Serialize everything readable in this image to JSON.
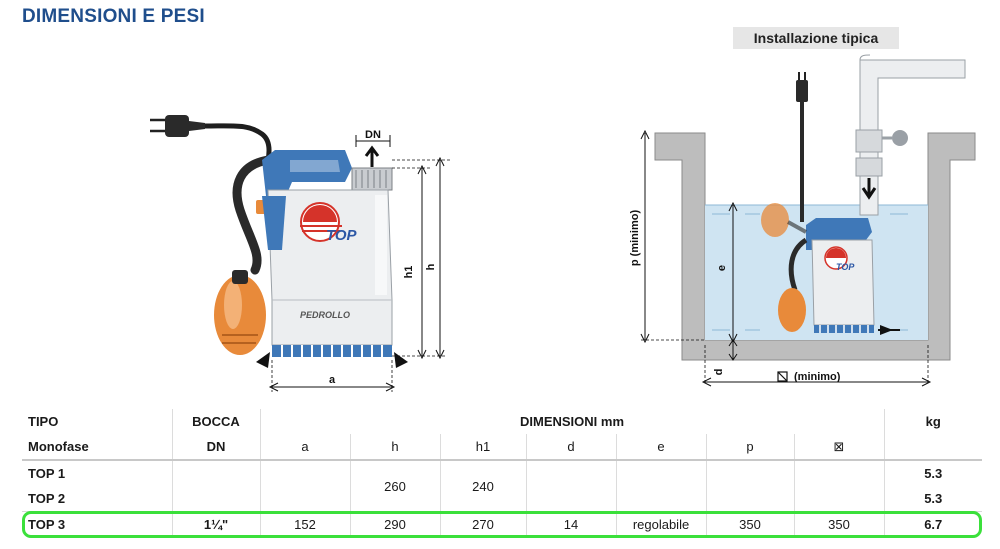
{
  "page": {
    "title": "DIMENSIONI E PESI"
  },
  "installation": {
    "label": "Installazione tipica"
  },
  "drawing": {
    "pump_labels": {
      "dn": "DN",
      "h1": "h1",
      "h": "h",
      "a": "a"
    },
    "install_labels": {
      "p": "p (minimo)",
      "e": "e",
      "d": "d",
      "width": "(minimo)"
    },
    "brand": {
      "top": "TOP",
      "maker": "PEDROLLO"
    }
  },
  "table": {
    "headers": {
      "tipo": "TIPO",
      "bocca": "BOCCA",
      "dimensioni": "DIMENSIONI mm",
      "kg": "kg",
      "monofase": "Monofase",
      "dn": "DN",
      "cols": [
        "a",
        "h",
        "h1",
        "d",
        "e",
        "p",
        "⊠"
      ]
    },
    "rows": [
      {
        "model": "TOP 1",
        "weight": "5.3"
      },
      {
        "model": "TOP 2",
        "weight": "5.3"
      },
      {
        "model": "TOP 3",
        "dn": "1¼\"",
        "a": "152",
        "h": "290",
        "h1": "270",
        "d": "14",
        "e": "regolabile",
        "p": "350",
        "sq": "350",
        "weight": "6.7"
      }
    ],
    "merged": {
      "h": "260",
      "h1": "240"
    }
  },
  "colors": {
    "title": "#1f4e8c",
    "highlight": "#3be03b",
    "water": "#cfe4f2",
    "pump_blue": "#3f78b8",
    "float_orange": "#e88a3a"
  }
}
